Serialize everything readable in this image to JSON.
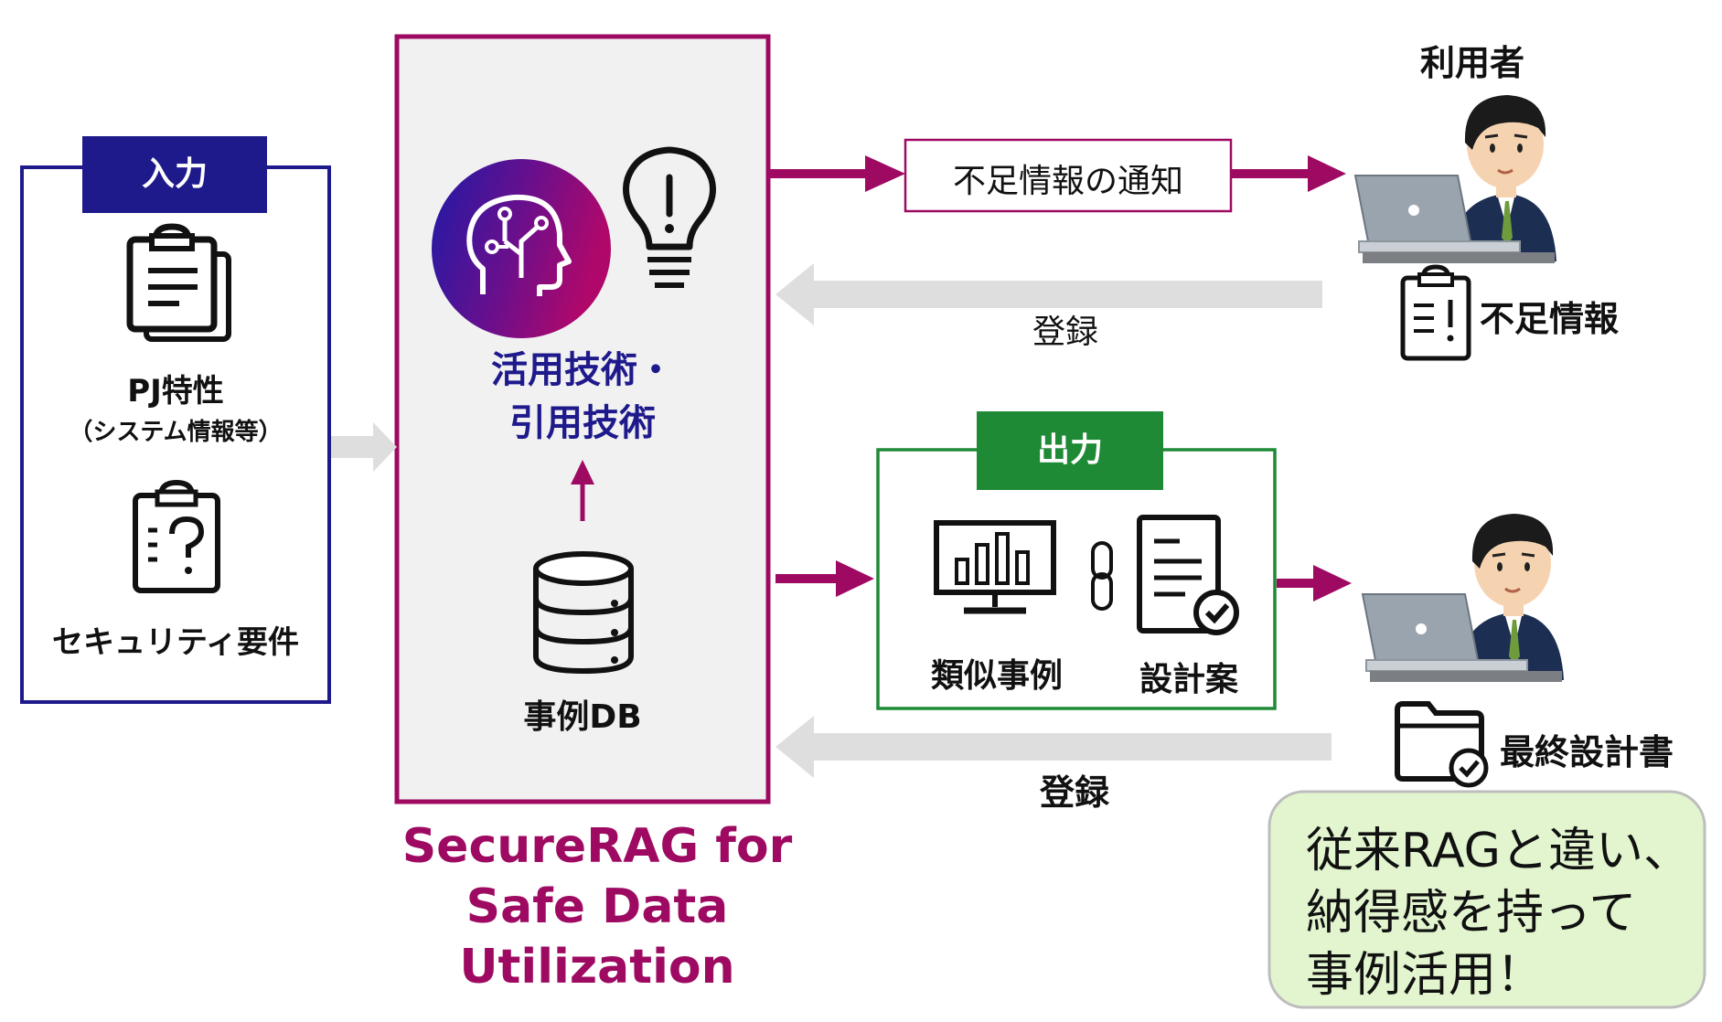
{
  "input": {
    "header": "入力",
    "item1_title": "PJ特性",
    "item1_sub": "（システム情報等）",
    "item2_title": "セキュリティ要件"
  },
  "core": {
    "tech_line1": "活用技術・",
    "tech_line2": "引用技術",
    "db_label": "事例DB",
    "caption_line1": "SecureRAG for",
    "caption_line2": "Safe Data",
    "caption_line3": "Utilization"
  },
  "top_flow": {
    "notice_label": "不足情報の通知",
    "register_label": "登録",
    "user_label": "利用者",
    "missing_info_label": "不足情報"
  },
  "output": {
    "header": "出力",
    "similar_cases_label": "類似事例",
    "design_draft_label": "設計案"
  },
  "bottom_flow": {
    "register_label": "登録",
    "final_doc_label": "最終設計書"
  },
  "callout": {
    "line1": "従来RAGと違い、",
    "line2": "納得感を持って",
    "line3": "事例活用！"
  },
  "colors": {
    "accent": "#9e0a62",
    "navy": "#1e1a8c",
    "green": "#1e8a36",
    "gray_arrow": "#dedede",
    "callout_bg": "#e2f5cf"
  }
}
